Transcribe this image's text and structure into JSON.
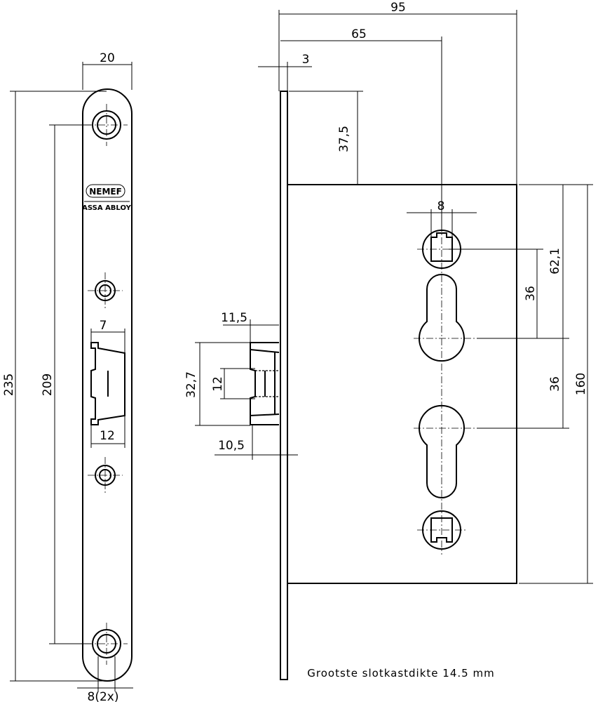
{
  "front_view": {
    "dimensions": {
      "width": "20",
      "total_height": "235",
      "hole_spacing": "209",
      "latch_width": "7",
      "latch_offset": "12",
      "hole_diameter": "8(2x)"
    },
    "logo": {
      "brand": "NEMEF",
      "group": "ASSA ABLOY"
    }
  },
  "side_view": {
    "dimensions": {
      "overall_depth": "95",
      "backset": "65",
      "faceplate_thickness": "3",
      "top_offset": "37,5",
      "spindle": "8",
      "spindle_to_cylinder": "62,1",
      "upper_spacing": "36",
      "lower_spacing": "36",
      "case_height": "160",
      "latch_projection": "11,5",
      "latch_height": "32,7",
      "latch_inner": "12",
      "latch_depth": "10,5"
    }
  },
  "note": "Grootste slotkastdikte 14.5 mm"
}
